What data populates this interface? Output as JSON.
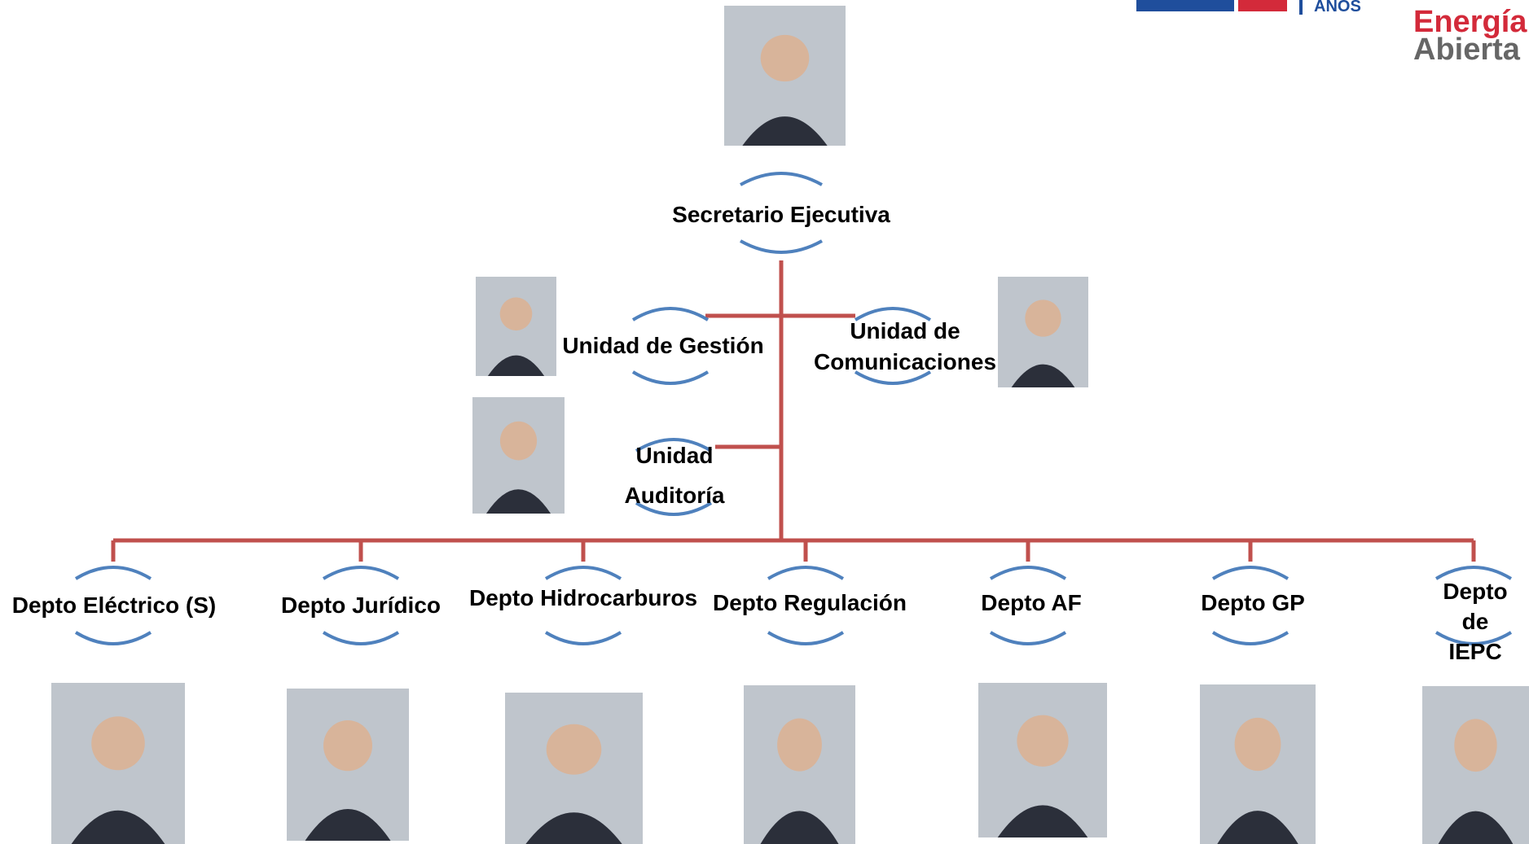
{
  "colors": {
    "connector": "#c0504d",
    "arc": "#4f81bd",
    "logo_blue": "#1f4e9c",
    "logo_red": "#d32a3a",
    "logo_gray": "#666666"
  },
  "logos": {
    "cne_suffix": "AÑOS",
    "energia_line1": "Energía",
    "energia_line2": "Abierta"
  },
  "nodes": {
    "secretario": "Secretario Ejecutiva",
    "gestion": "Unidad de Gestión",
    "comunicaciones_1": "Unidad de",
    "comunicaciones_2": "Comunicaciones",
    "auditoria_1": "Unidad",
    "auditoria_2": "Auditoría",
    "departments": [
      "Depto Eléctrico (S)",
      "Depto Jurídico",
      "Depto Hidrocarburos",
      "Depto Regulación",
      "Depto AF",
      "Depto GP",
      "Depto de\nIEPC"
    ]
  },
  "photos": [
    "photo-secretario",
    "photo-gestion",
    "photo-comunicaciones",
    "photo-auditoria",
    "photo-electrico",
    "photo-juridico",
    "photo-hidrocarburos",
    "photo-regulacion",
    "photo-af",
    "photo-gp",
    "photo-iepc"
  ]
}
